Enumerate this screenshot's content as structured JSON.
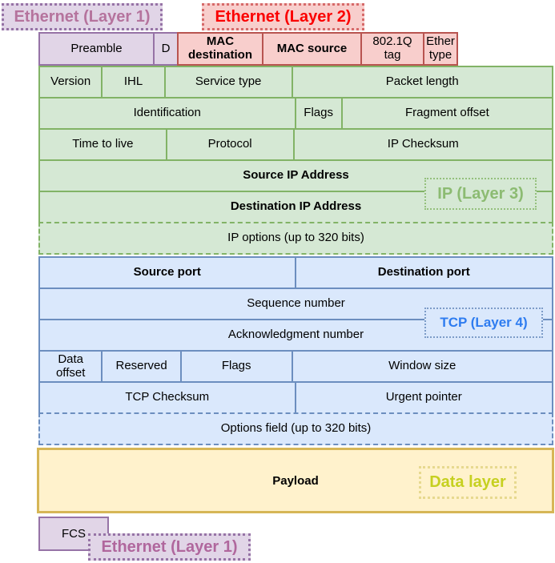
{
  "layer_labels": {
    "ethernet_layer1_top": "Ethernet (Layer 1)",
    "ethernet_layer2": "Ethernet (Layer 2)",
    "ip_layer3": "IP (Layer 3)",
    "tcp_layer4": "TCP (Layer 4)",
    "data_layer": "Data layer",
    "ethernet_layer1_bottom": "Ethernet (Layer 1)"
  },
  "ethernet_header": {
    "preamble": "Preamble",
    "start_delimiter": "D",
    "mac_destination": "MAC destination",
    "mac_source": "MAC source",
    "vlan_tag": "802.1Q tag",
    "ether_type": "Ether type",
    "fcs": "FCS"
  },
  "ip_header": {
    "version": "Version",
    "ihl": "IHL",
    "service_type": "Service type",
    "packet_length": "Packet length",
    "identification": "Identification",
    "flags": "Flags",
    "fragment_offset": "Fragment offset",
    "time_to_live": "Time to live",
    "protocol": "Protocol",
    "checksum": "IP Checksum",
    "source_ip": "Source IP Address",
    "destination_ip": "Destination IP Address",
    "options": "IP options (up to 320 bits)"
  },
  "tcp_header": {
    "source_port": "Source port",
    "destination_port": "Destination port",
    "sequence_number": "Sequence number",
    "acknowledgment_number": "Acknowledgment number",
    "data_offset": "Data offset",
    "reserved": "Reserved",
    "flags": "Flags",
    "window_size": "Window size",
    "checksum": "TCP Checksum",
    "urgent_pointer": "Urgent pointer",
    "options": "Options field (up to 320 bits)"
  },
  "payload_label": "Payload",
  "colors": {
    "purple_fill": "#e1d5e7",
    "purple_stroke": "#9673a6",
    "red_fill": "#f8cecc",
    "red_stroke": "#b85450",
    "green_fill": "#d5e8d4",
    "green_stroke": "#82b366",
    "blue_fill": "#dae8fc",
    "blue_stroke": "#6c8ebf",
    "yellow_fill": "#fff2cc",
    "yellow_stroke": "#d6b656",
    "ethernet_layer1_text": "#b5739d",
    "ethernet_layer2_text": "#fb0000",
    "ip_layer3_text": "#8cbb72",
    "tcp_layer4_text": "#2e7cf0",
    "data_layer_text": "#c6d020"
  }
}
